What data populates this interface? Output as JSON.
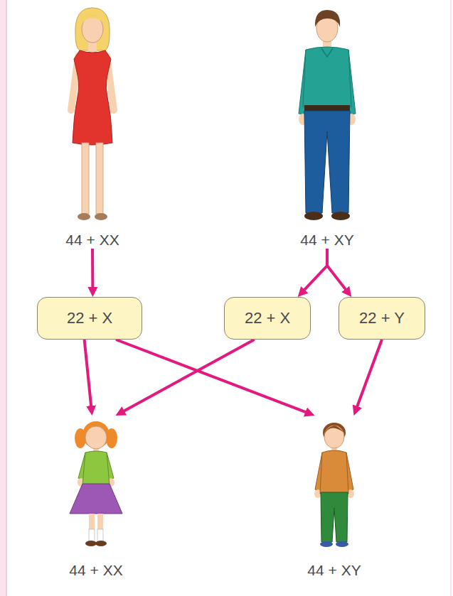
{
  "diagram": {
    "nodes": [
      {
        "text": [
          "44 + XX"
        ]
      },
      {
        "text": [
          "44 + XY"
        ]
      },
      {
        "text": [
          "22 + X"
        ]
      },
      {
        "text": [
          "22 + X"
        ]
      },
      {
        "text": [
          "22 + Y"
        ]
      },
      {
        "text": [
          "44 + XX"
        ]
      },
      {
        "text": [
          "44 + XY"
        ]
      }
    ],
    "edges": [
      {
        "from": 0,
        "to": 2,
        "arrow": "to"
      },
      {
        "from": 1,
        "to": 3,
        "arrow": "to"
      },
      {
        "from": 1,
        "to": 4,
        "arrow": "to"
      },
      {
        "from": 2,
        "to": 5,
        "arrow": "to"
      },
      {
        "from": 2,
        "to": 6,
        "arrow": "to"
      },
      {
        "from": 3,
        "to": 5,
        "arrow": "to"
      },
      {
        "from": 4,
        "to": 6,
        "arrow": "to"
      }
    ]
  }
}
